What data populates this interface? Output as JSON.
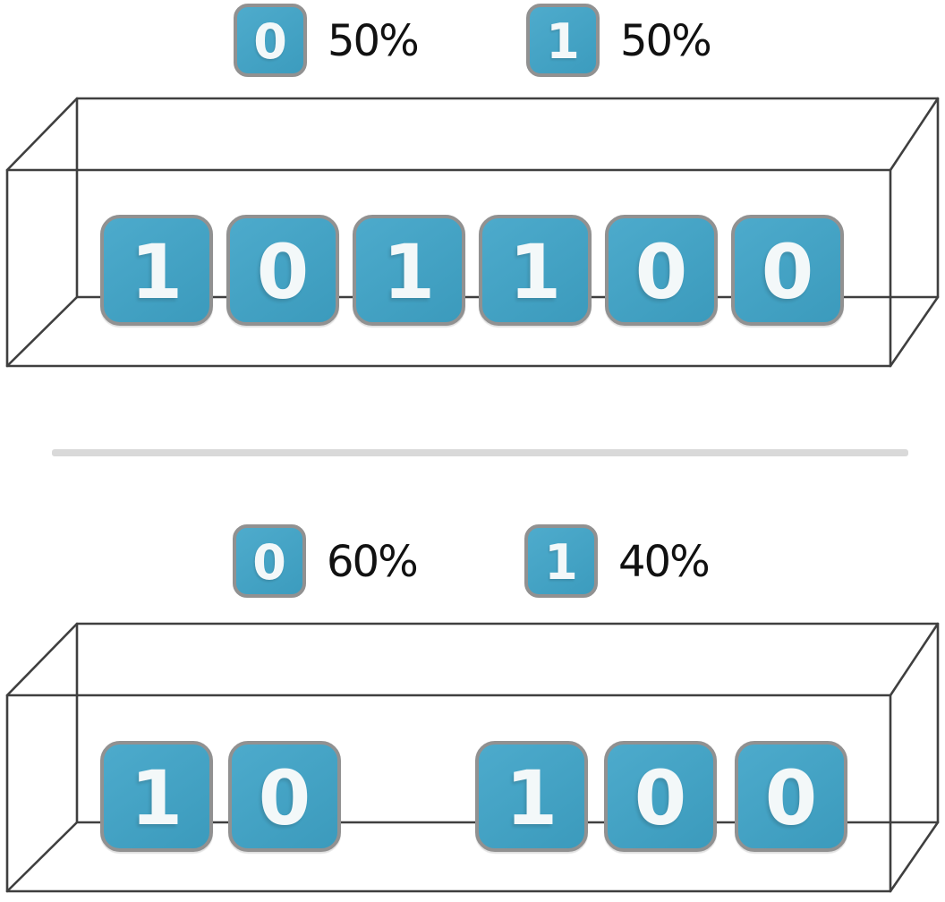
{
  "palette": {
    "background": "#ffffff",
    "tile_fill": "#3fa4c8",
    "tile_border": "#919191",
    "digit_color": "#f3f8f9",
    "wireframe_color": "#3f3f3f",
    "separator_color": "#d9d9d9",
    "label_color": "#111111"
  },
  "top_section": {
    "legend": [
      {
        "symbol": "0",
        "share": "50%"
      },
      {
        "symbol": "1",
        "share": "50%"
      }
    ],
    "tiles": [
      "1",
      "0",
      "1",
      "1",
      "0",
      "0"
    ]
  },
  "bottom_section": {
    "legend": [
      {
        "symbol": "0",
        "share": "60%"
      },
      {
        "symbol": "1",
        "share": "40%"
      }
    ],
    "tiles": [
      "1",
      "0",
      "",
      "1",
      "0",
      "0"
    ]
  }
}
